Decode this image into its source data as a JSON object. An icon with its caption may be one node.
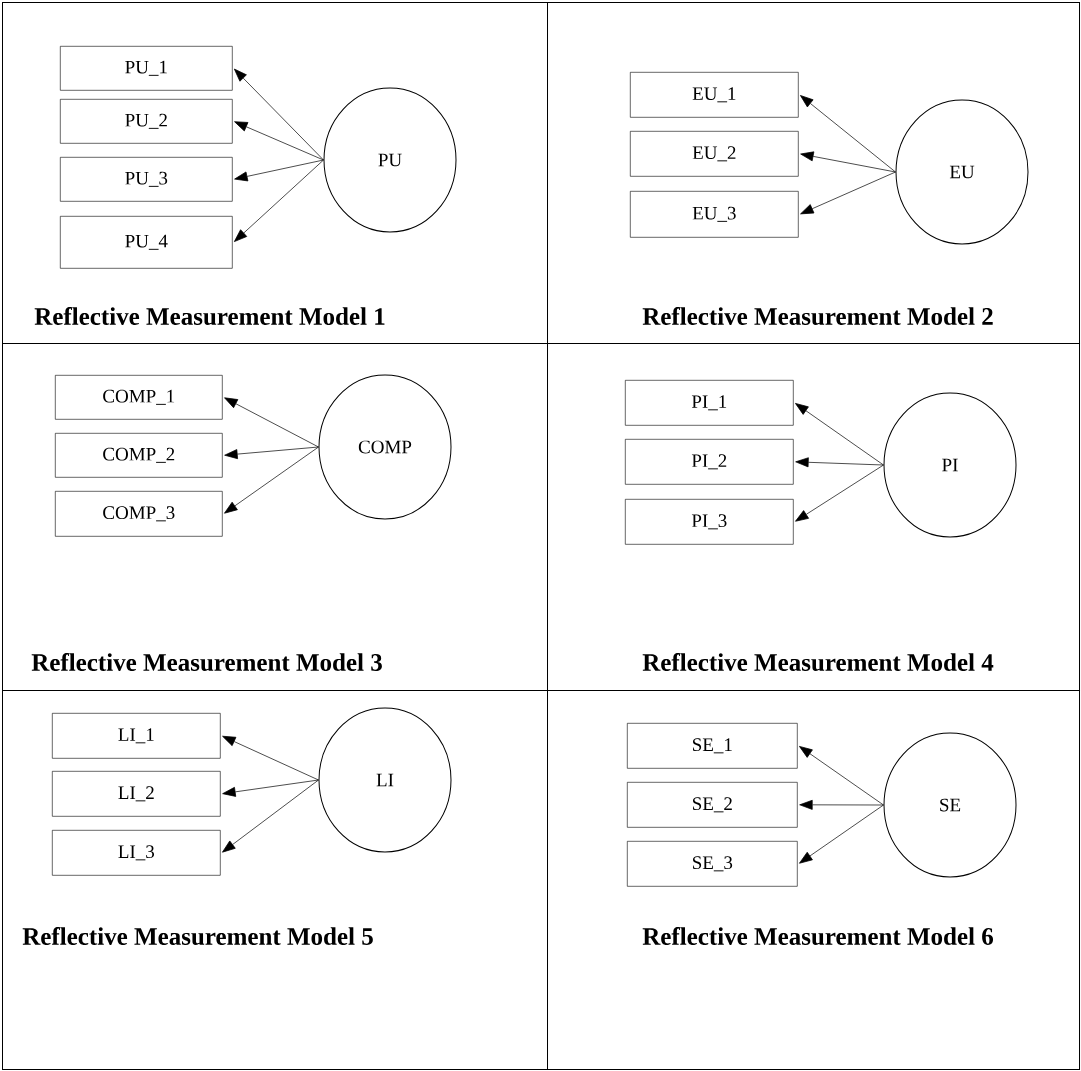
{
  "diagram": {
    "nodes": [
      {
        "text": [
          "Reflective Measurement Model 1"
        ]
      },
      {
        "text": [
          "PU_1"
        ],
        "in": 0
      },
      {
        "text": [
          "PU_2"
        ],
        "in": 0
      },
      {
        "text": [
          "PU_3"
        ],
        "in": 0
      },
      {
        "text": [
          "PU_4"
        ],
        "in": 0
      },
      {
        "text": [
          "PU"
        ],
        "in": 0
      },
      {
        "text": [
          "Reflective Measurement Model 2"
        ]
      },
      {
        "text": [
          "EU_1"
        ],
        "in": 6
      },
      {
        "text": [
          "EU_2"
        ],
        "in": 6
      },
      {
        "text": [
          "EU_3"
        ],
        "in": 6
      },
      {
        "text": [
          "EU"
        ],
        "in": 6
      },
      {
        "text": [
          "Reflective Measurement Model 3"
        ]
      },
      {
        "text": [
          "COMP_1"
        ],
        "in": 11
      },
      {
        "text": [
          "COMP_2"
        ],
        "in": 11
      },
      {
        "text": [
          "COMP_3"
        ],
        "in": 11
      },
      {
        "text": [
          "COMP"
        ],
        "in": 11
      },
      {
        "text": [
          "Reflective Measurement Model 4"
        ]
      },
      {
        "text": [
          "PI_1"
        ],
        "in": 16
      },
      {
        "text": [
          "PI_2"
        ],
        "in": 16
      },
      {
        "text": [
          "PI_3"
        ],
        "in": 16
      },
      {
        "text": [
          "PI"
        ],
        "in": 16
      },
      {
        "text": [
          "Reflective Measurement Model 5"
        ]
      },
      {
        "text": [
          "LI_1"
        ],
        "in": 21
      },
      {
        "text": [
          "LI_2"
        ],
        "in": 21
      },
      {
        "text": [
          "LI_3"
        ],
        "in": 21
      },
      {
        "text": [
          "LI"
        ],
        "in": 21
      },
      {
        "text": [
          "Reflective Measurement Model 6"
        ]
      },
      {
        "text": [
          "SE_1"
        ],
        "in": 26
      },
      {
        "text": [
          "SE_2"
        ],
        "in": 26
      },
      {
        "text": [
          "SE_3"
        ],
        "in": 26
      },
      {
        "text": [
          "SE"
        ],
        "in": 26
      }
    ],
    "edges": [
      {
        "from": 5,
        "to": 1,
        "arrow": "to"
      },
      {
        "from": 5,
        "to": 2,
        "arrow": "to"
      },
      {
        "from": 5,
        "to": 3,
        "arrow": "to"
      },
      {
        "from": 5,
        "to": 4,
        "arrow": "to"
      },
      {
        "from": 10,
        "to": 7,
        "arrow": "to"
      },
      {
        "from": 10,
        "to": 8,
        "arrow": "to"
      },
      {
        "from": 10,
        "to": 9,
        "arrow": "to"
      },
      {
        "from": 15,
        "to": 12,
        "arrow": "to"
      },
      {
        "from": 15,
        "to": 13,
        "arrow": "to"
      },
      {
        "from": 15,
        "to": 14,
        "arrow": "to"
      },
      {
        "from": 20,
        "to": 17,
        "arrow": "to"
      },
      {
        "from": 20,
        "to": 18,
        "arrow": "to"
      },
      {
        "from": 20,
        "to": 19,
        "arrow": "to"
      },
      {
        "from": 25,
        "to": 22,
        "arrow": "to"
      },
      {
        "from": 25,
        "to": 23,
        "arrow": "to"
      },
      {
        "from": 25,
        "to": 24,
        "arrow": "to"
      },
      {
        "from": 30,
        "to": 27,
        "arrow": "to"
      },
      {
        "from": 30,
        "to": 28,
        "arrow": "to"
      },
      {
        "from": 30,
        "to": 29,
        "arrow": "to"
      }
    ]
  }
}
